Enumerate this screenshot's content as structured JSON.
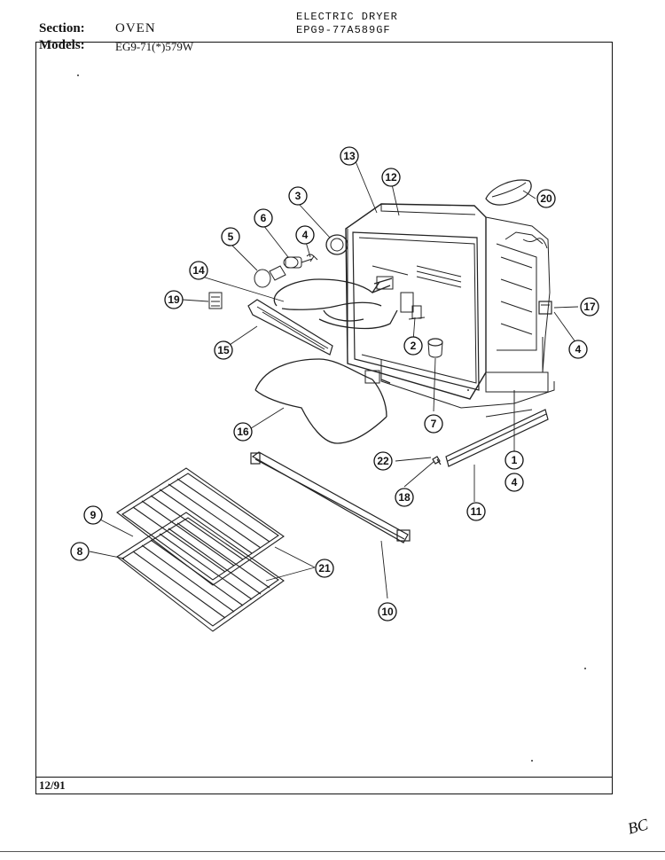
{
  "header": {
    "section_label": "Section:",
    "section_value": "OVEN",
    "models_label": "Models:",
    "models_value": "EG9-71(*)579W",
    "product_title": "ELECTRIC DRYER",
    "product_code": "EPG9-77A589GF"
  },
  "footer": {
    "date": "12/91",
    "initials": "BC"
  },
  "callouts": [
    "1",
    "2",
    "3",
    "4",
    "5",
    "6",
    "7",
    "8",
    "9",
    "10",
    "11",
    "12",
    "13",
    "14",
    "15",
    "16",
    "17",
    "18",
    "19",
    "20",
    "21",
    "22"
  ]
}
